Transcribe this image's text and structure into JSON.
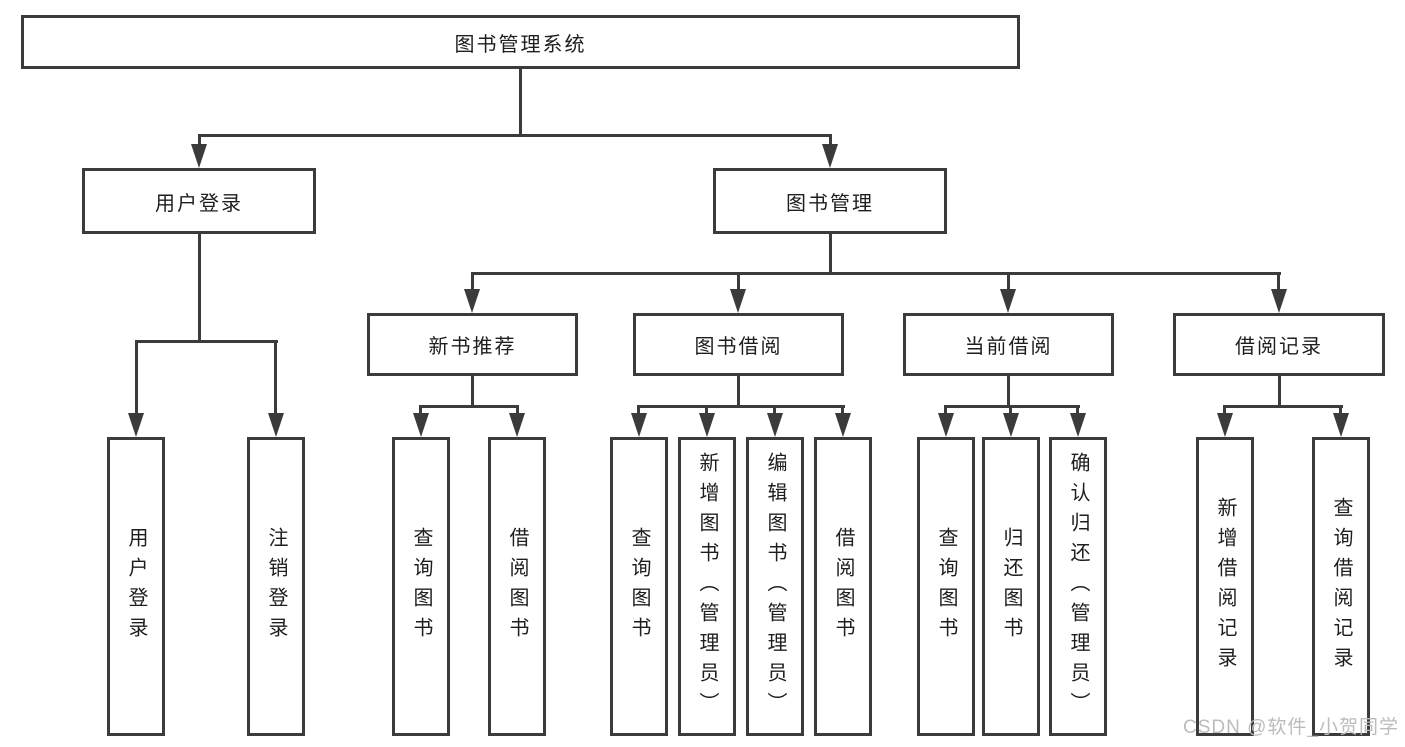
{
  "tree": {
    "root": {
      "label": "图书管理系统",
      "children": [
        {
          "label": "用户登录",
          "children": [
            {
              "label": "用户登录"
            },
            {
              "label": "注销登录"
            }
          ]
        },
        {
          "label": "图书管理",
          "children": [
            {
              "label": "新书推荐",
              "children": [
                {
                  "label": "查询图书"
                },
                {
                  "label": "借阅图书"
                }
              ]
            },
            {
              "label": "图书借阅",
              "children": [
                {
                  "label": "查询图书"
                },
                {
                  "label": "新增图书（管理员）"
                },
                {
                  "label": "编辑图书（管理员）"
                },
                {
                  "label": "借阅图书"
                }
              ]
            },
            {
              "label": "当前借阅",
              "children": [
                {
                  "label": "查询图书"
                },
                {
                  "label": "归还图书"
                },
                {
                  "label": "确认归还（管理员）"
                }
              ]
            },
            {
              "label": "借阅记录",
              "children": [
                {
                  "label": "新增借阅记录"
                },
                {
                  "label": "查询借阅记录"
                }
              ]
            }
          ]
        }
      ]
    }
  },
  "watermark": {
    "text": "CSDN @软件_小贺同学"
  },
  "colors": {
    "line": "#3b3b3b",
    "box_border": "#3b3b3b",
    "text": "#1e1e1e",
    "background": "#ffffff",
    "watermark": "#bcbcbc"
  }
}
